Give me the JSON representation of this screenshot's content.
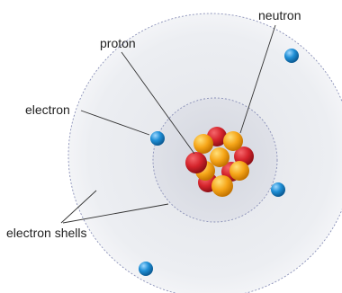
{
  "labels": {
    "neutron": "neutron",
    "proton": "proton",
    "electron": "electron",
    "electron_shells": "electron shells"
  },
  "colors": {
    "outer_shell_fill": "#eceef2",
    "inner_shell_fill": "#dcdfe6",
    "shell_border": "#8a90b8",
    "proton": "#d5242c",
    "neutron": "#f6a619",
    "electron": "#1f8fd6"
  }
}
